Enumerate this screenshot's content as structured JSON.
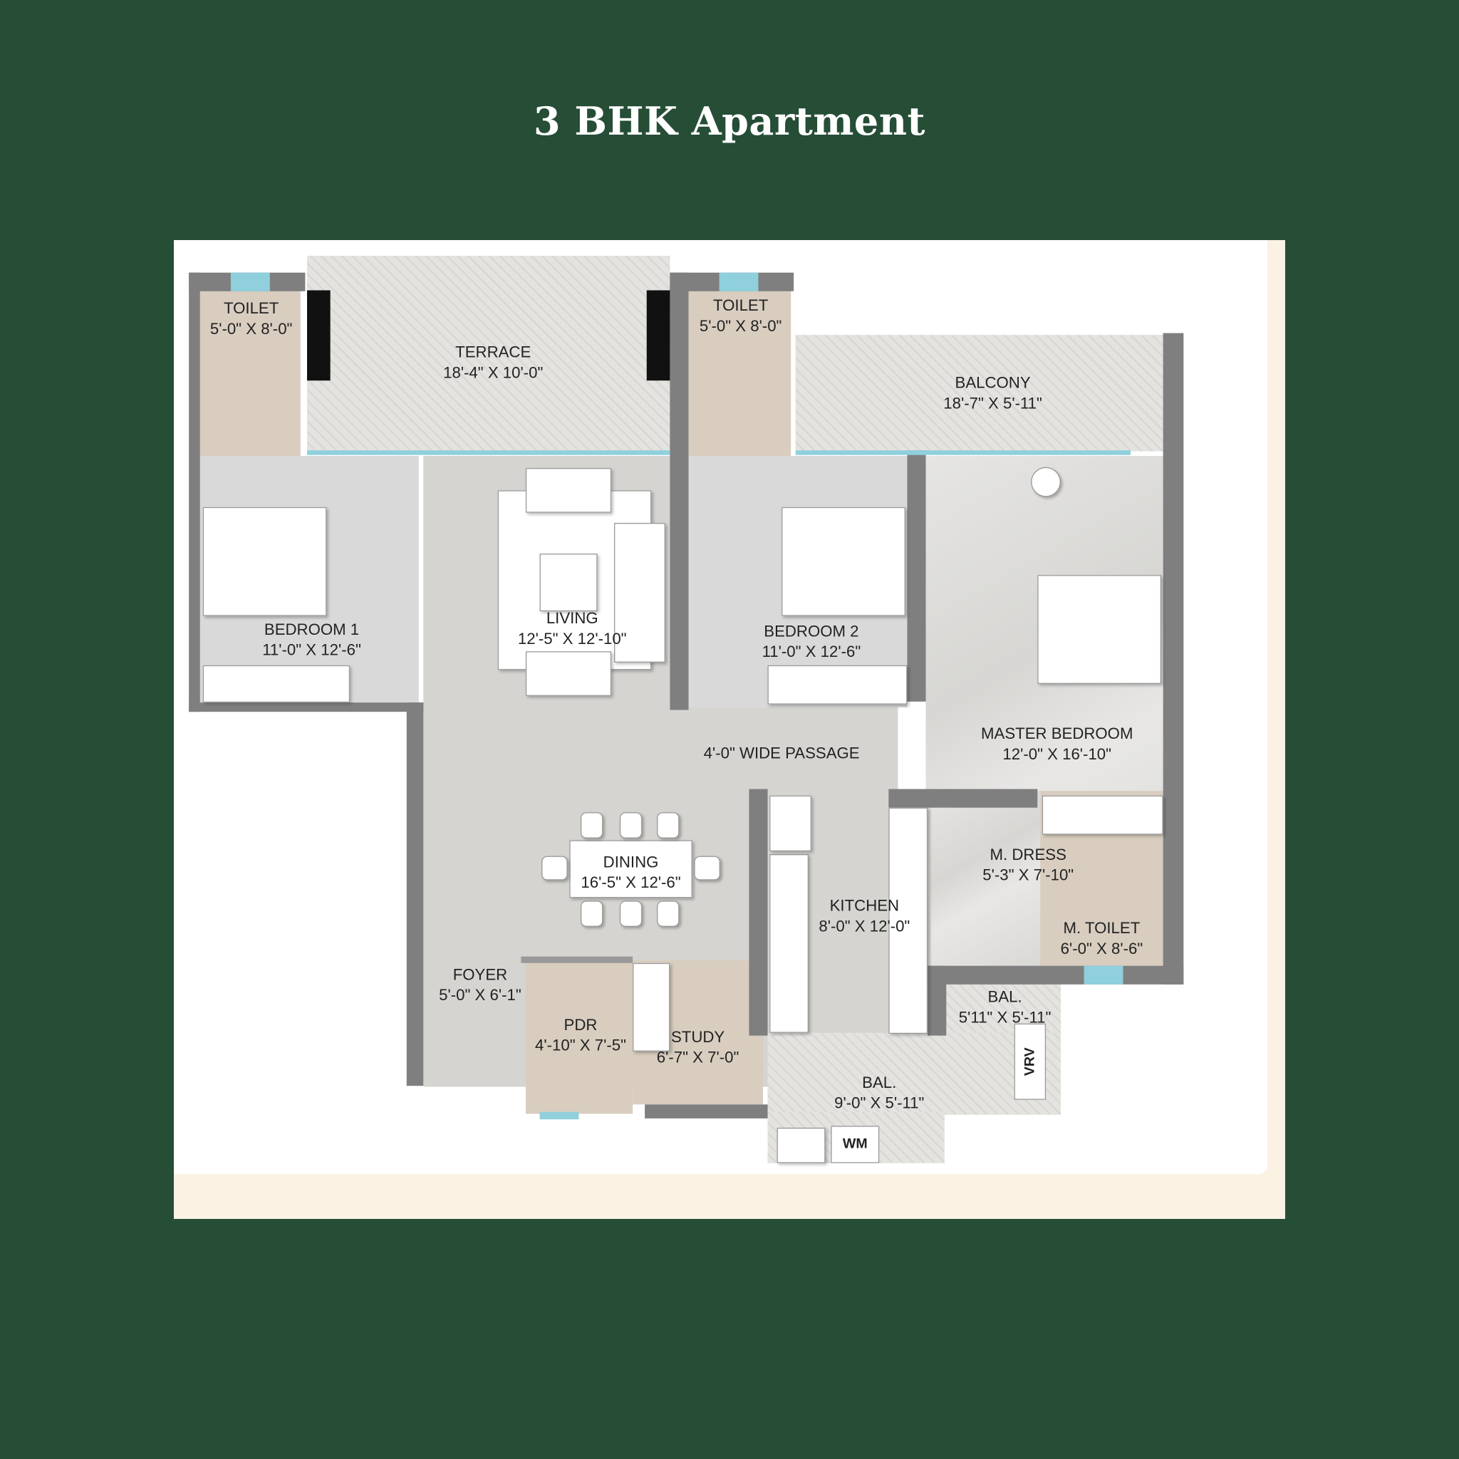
{
  "title": "3 BHK Apartment",
  "colors": {
    "background": "#264d36",
    "panel": "#ffffff",
    "panel_border": "#fbf2e4",
    "wall": "#7f7f80",
    "window": "#8fd0dc"
  },
  "rooms": [
    {
      "name": "TOILET",
      "size": "5'-0\" X 8'-0\""
    },
    {
      "name": "TERRACE",
      "size": "18'-4\" X 10'-0\""
    },
    {
      "name": "TOILET",
      "size": "5'-0\" X 8'-0\""
    },
    {
      "name": "BALCONY",
      "size": "18'-7\" X 5'-11\""
    },
    {
      "name": "BEDROOM 1",
      "size": "11'-0\" X 12'-6\""
    },
    {
      "name": "LIVING",
      "size": "12'-5\" X 12'-10\""
    },
    {
      "name": "BEDROOM 2",
      "size": "11'-0\" X 12'-6\""
    },
    {
      "name": "MASTER BEDROOM",
      "size": "12'-0\" X 16'-10\""
    },
    {
      "name": "4'-0\" WIDE PASSAGE",
      "size": ""
    },
    {
      "name": "DINING",
      "size": "16'-5\" X 12'-6\""
    },
    {
      "name": "KITCHEN",
      "size": "8'-0\" X 12'-0\""
    },
    {
      "name": "M. DRESS",
      "size": "5'-3\" X 7'-10\""
    },
    {
      "name": "M. TOILET",
      "size": "6'-0\" X 8'-6\""
    },
    {
      "name": "FOYER",
      "size": "5'-0\" X 6'-1\""
    },
    {
      "name": "PDR",
      "size": "4'-10\" X 7'-5\""
    },
    {
      "name": "STUDY",
      "size": "6'-7\" X 7'-0\""
    },
    {
      "name": "BAL.",
      "size": "5'11\" X 5'-11\""
    },
    {
      "name": "BAL.",
      "size": "9'-0\" X 5'-11\""
    }
  ],
  "fixtures": {
    "vrv": "VRV",
    "wm": "WM"
  }
}
